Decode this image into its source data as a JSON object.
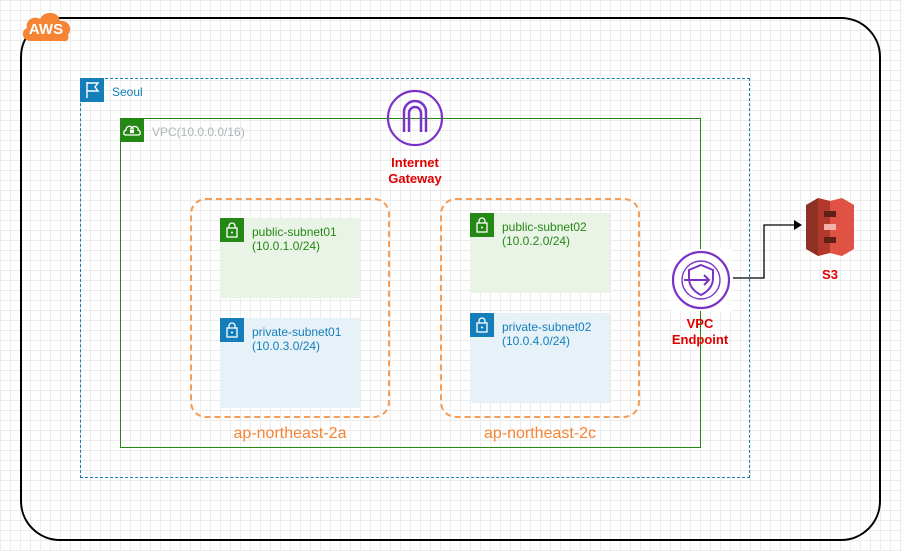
{
  "aws": {
    "label": "AWS"
  },
  "region": {
    "label": "Seoul"
  },
  "vpc": {
    "label": "VPC(10.0.0.0/16)"
  },
  "internet_gateway": {
    "line1": "Internet",
    "line2": "Gateway"
  },
  "availability_zones": [
    {
      "label": "ap-northeast-2a",
      "public_subnet": {
        "name": "public-subnet01",
        "cidr": "(10.0.1.0/24)"
      },
      "private_subnet": {
        "name": "private-subnet01",
        "cidr": "(10.0.3.0/24)"
      }
    },
    {
      "label": "ap-northeast-2c",
      "public_subnet": {
        "name": "public-subnet02",
        "cidr": "(10.0.2.0/24)"
      },
      "private_subnet": {
        "name": "private-subnet02",
        "cidr": "(10.0.4.0/24)"
      }
    }
  ],
  "vpc_endpoint": {
    "line1": "VPC",
    "line2": "Endpoint"
  },
  "s3": {
    "label": "S3"
  },
  "colors": {
    "region": "#147eba",
    "vpc": "#248814",
    "availability_zone": "#f59d56",
    "gateway_icon": "#7b33c7",
    "s3": "#e05243",
    "aws_logo": "#f58534",
    "highlight_label": "#e00000"
  }
}
